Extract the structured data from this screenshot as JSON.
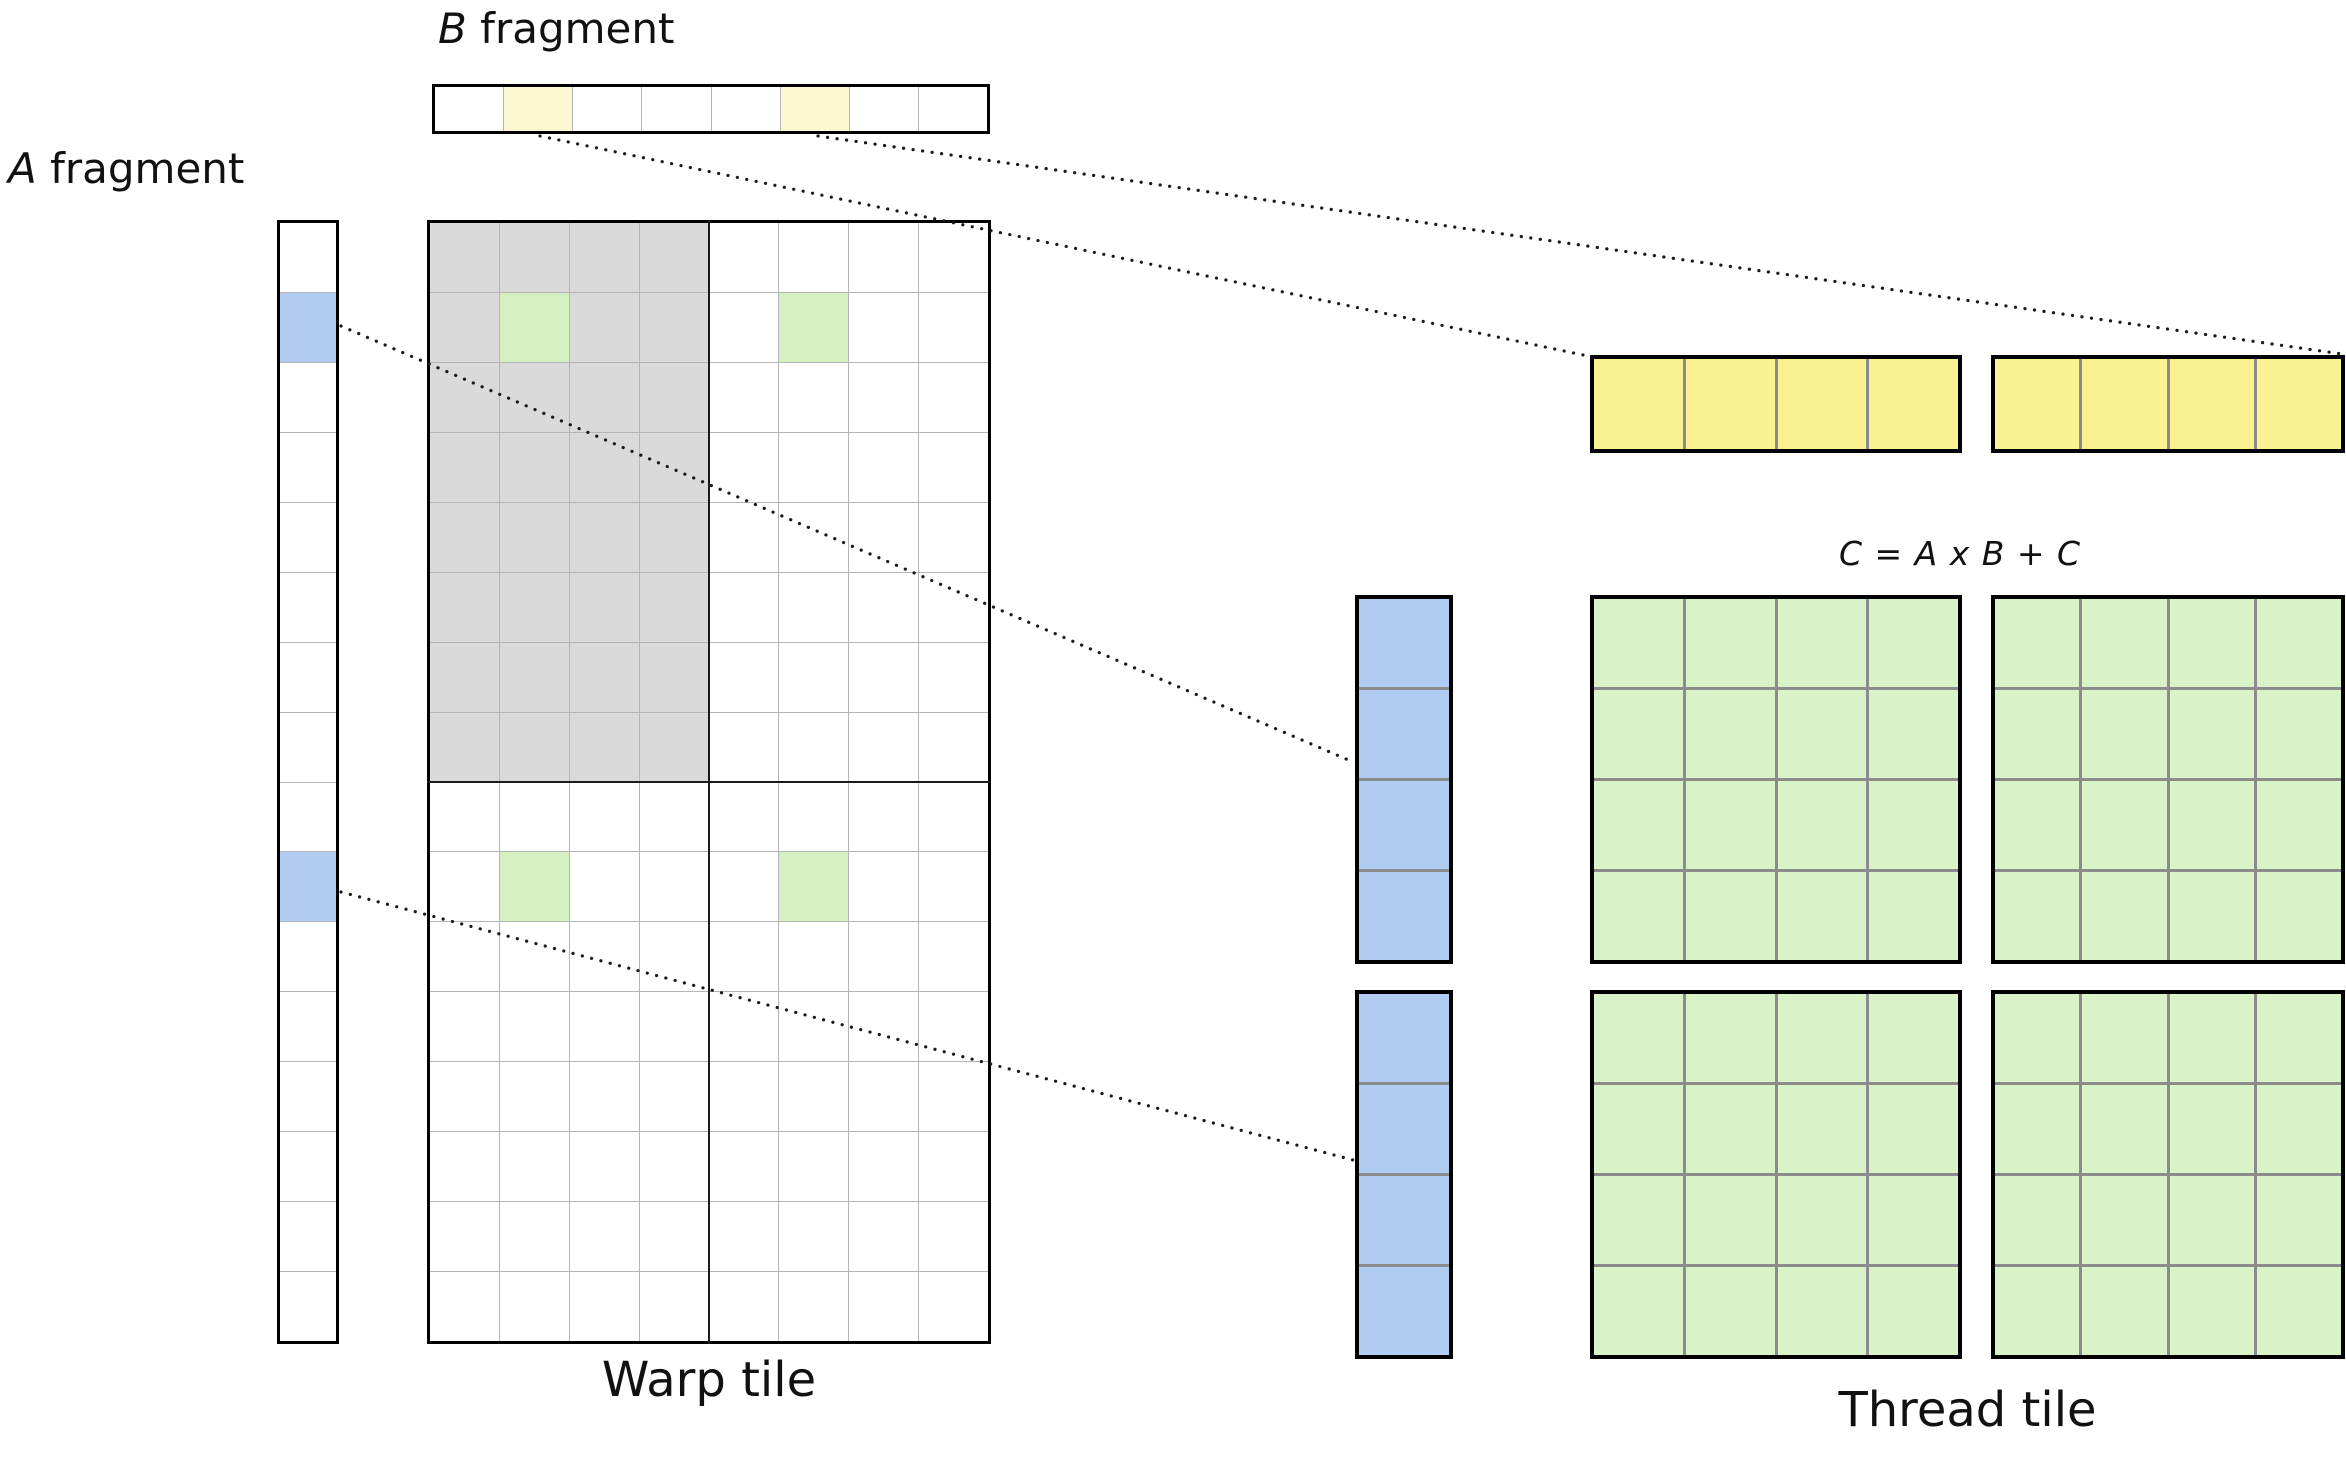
{
  "labels": {
    "a_fragment_var": "A",
    "a_fragment_rest": " fragment",
    "b_fragment_var": "B",
    "b_fragment_rest": " fragment",
    "warp_tile": "Warp tile",
    "thread_tile": "Thread tile",
    "formula": "C = A x B + C"
  },
  "colors": {
    "white": "#ffffff",
    "thin_line": "#b5b5b5",
    "thread_line": "#8c8c8c",
    "gray_region": "#dadada",
    "warp_green": "#d5f0c1",
    "pale_yellow": "#fcf9d2",
    "bright_yellow": "#faf292",
    "blue": "#b0ccf2",
    "thread_green": "#d9f2c8",
    "outer_border": "#000000",
    "dotted_line": "#1a1a1a"
  },
  "grids": {
    "b_strip": {
      "rows": 1,
      "cols": 8,
      "fill": "white",
      "line": "thin_line",
      "cell_name": "b-fragment-cell",
      "highlights": [
        {
          "r": 0,
          "c": 1,
          "color": "pale_yellow"
        },
        {
          "r": 0,
          "c": 5,
          "color": "pale_yellow"
        }
      ]
    },
    "a_strip": {
      "rows": 16,
      "cols": 1,
      "fill": "white",
      "line": "thin_line",
      "cell_name": "a-fragment-cell",
      "highlights": [
        {
          "r": 1,
          "c": 0,
          "color": "blue"
        },
        {
          "r": 9,
          "c": 0,
          "color": "blue"
        }
      ]
    },
    "warp": {
      "rows": 16,
      "cols": 8,
      "fill": "white",
      "line": "thin_line",
      "cell_name": "warp-tile-cell",
      "gray_region": {
        "r0": 0,
        "r1": 7,
        "c0": 0,
        "c1": 3
      },
      "highlights": [
        {
          "r": 1,
          "c": 1,
          "color": "warp_green"
        },
        {
          "r": 1,
          "c": 5,
          "color": "warp_green"
        },
        {
          "r": 9,
          "c": 1,
          "color": "warp_green"
        },
        {
          "r": 9,
          "c": 5,
          "color": "warp_green"
        }
      ]
    },
    "thread_b_1": {
      "rows": 1,
      "cols": 4,
      "fill": "bright_yellow",
      "line": "thread_line",
      "cell_name": "thread-b-fragment-cell"
    },
    "thread_b_2": {
      "rows": 1,
      "cols": 4,
      "fill": "bright_yellow",
      "line": "thread_line",
      "cell_name": "thread-b-fragment-cell"
    },
    "thread_a_1": {
      "rows": 4,
      "cols": 1,
      "fill": "blue",
      "line": "thread_line",
      "cell_name": "thread-a-fragment-cell"
    },
    "thread_a_2": {
      "rows": 4,
      "cols": 1,
      "fill": "blue",
      "line": "thread_line",
      "cell_name": "thread-a-fragment-cell"
    },
    "thread_c_1": {
      "rows": 4,
      "cols": 4,
      "fill": "thread_green",
      "line": "thread_line",
      "cell_name": "thread-c-accumulator-cell"
    },
    "thread_c_2": {
      "rows": 4,
      "cols": 4,
      "fill": "thread_green",
      "line": "thread_line",
      "cell_name": "thread-c-accumulator-cell"
    },
    "thread_c_3": {
      "rows": 4,
      "cols": 4,
      "fill": "thread_green",
      "line": "thread_line",
      "cell_name": "thread-c-accumulator-cell"
    },
    "thread_c_4": {
      "rows": 4,
      "cols": 4,
      "fill": "thread_green",
      "line": "thread_line",
      "cell_name": "thread-c-accumulator-cell"
    }
  }
}
